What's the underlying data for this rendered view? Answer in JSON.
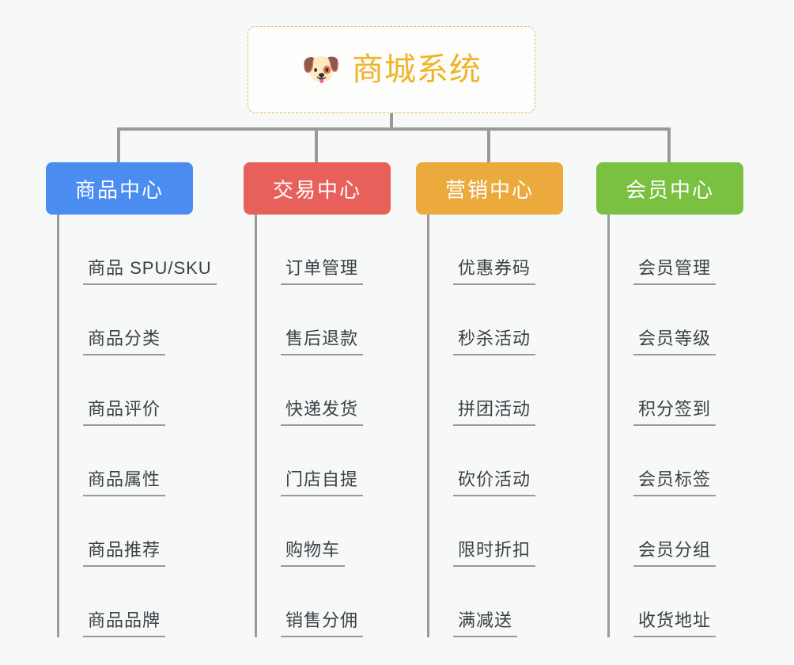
{
  "diagram": {
    "title": "商城系统",
    "type": "org-tree",
    "background_color": "#f7f8f8",
    "connector_color": "#9a9a9a",
    "root": {
      "label": "商城系统",
      "icon": "dog-face-icon",
      "icon_glyph": "🐶",
      "text_color": "#f0b429",
      "border_color": "#e8b964",
      "background_color": "#fdfdfc"
    },
    "categories": [
      {
        "label": "商品中心",
        "color": "#4a8cf0",
        "items": [
          {
            "label": "商品 SPU/SKU"
          },
          {
            "label": "商品分类"
          },
          {
            "label": "商品评价"
          },
          {
            "label": "商品属性"
          },
          {
            "label": "商品推荐"
          },
          {
            "label": "商品品牌"
          }
        ]
      },
      {
        "label": "交易中心",
        "color": "#e8605c",
        "items": [
          {
            "label": "订单管理"
          },
          {
            "label": "售后退款"
          },
          {
            "label": "快递发货"
          },
          {
            "label": "门店自提"
          },
          {
            "label": "购物车"
          },
          {
            "label": "销售分佣"
          }
        ]
      },
      {
        "label": "营销中心",
        "color": "#eca93c",
        "items": [
          {
            "label": "优惠券码"
          },
          {
            "label": "秒杀活动"
          },
          {
            "label": "拼团活动"
          },
          {
            "label": "砍价活动"
          },
          {
            "label": "限时折扣"
          },
          {
            "label": "满减送"
          }
        ]
      },
      {
        "label": "会员中心",
        "color": "#7ac142",
        "items": [
          {
            "label": "会员管理"
          },
          {
            "label": "会员等级"
          },
          {
            "label": "积分签到"
          },
          {
            "label": "会员标签"
          },
          {
            "label": "会员分组"
          },
          {
            "label": "收货地址"
          }
        ]
      }
    ]
  }
}
